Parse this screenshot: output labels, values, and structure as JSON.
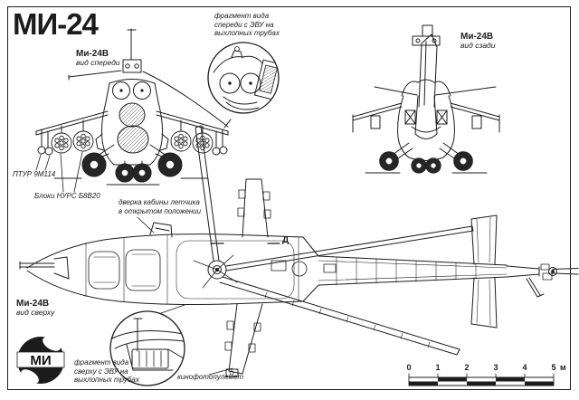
{
  "title": "МИ-24",
  "views": {
    "front": {
      "name": "Ми-24В",
      "sub": "вид спереди"
    },
    "rear": {
      "name": "Ми-24В",
      "sub": "вид сзади"
    },
    "top": {
      "name": "Ми-24В",
      "sub": "вид сверху"
    }
  },
  "callouts": {
    "front_detail": "фрагмент вида\nспереди с ЭВУ на\nвыхлопных трубах",
    "top_detail": "фрагмент вида\nсверху с ЭВУ на\nвыхлопных трубах",
    "door": "дверка кабины летчика\nв открытом положении",
    "atgm": "ПТУР 9М114",
    "rockets": "Блоки НУРС Б8В20",
    "camera": "кинофотопулемет",
    "section_marker": "Д"
  },
  "logo": {
    "text": "МИ"
  },
  "scale_bar": {
    "ticks": [
      "0",
      "1",
      "2",
      "3",
      "4",
      "5"
    ],
    "unit": "м"
  },
  "colors": {
    "ink": "#1c1c1c",
    "paper": "#ffffff",
    "wheel_fill": "#262626"
  }
}
